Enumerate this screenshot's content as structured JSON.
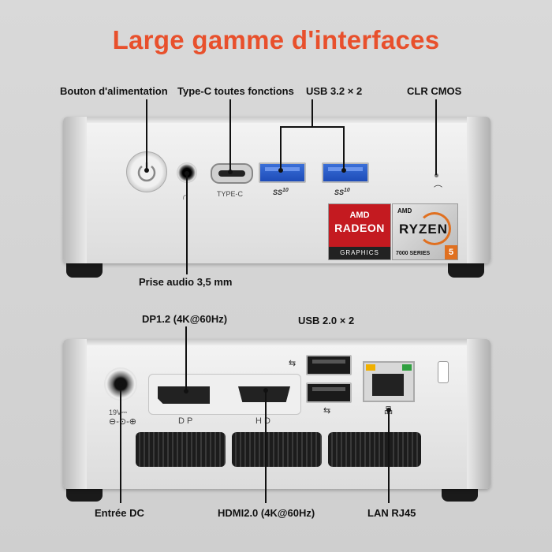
{
  "title": "Large gamme d'interfaces",
  "colors": {
    "title": "#e8502c",
    "usb3_port": "#2a5ed0",
    "radeon_red": "#c41a20",
    "ryzen_orange": "#e07020"
  },
  "front": {
    "labels": {
      "power": "Bouton d'alimentation",
      "typec": "Type-C toutes fonctions",
      "usb32": "USB 3.2 × 2",
      "clr": "CLR CMOS",
      "audio": "Prise audio 3,5 mm"
    },
    "port_text": {
      "typec": "TYPE-C",
      "ss1": "SS",
      "ss1_sup": "10",
      "ss2": "SS",
      "ss2_sup": "10"
    },
    "radeon": {
      "logo": "AMD",
      "name": "RADEON",
      "sub": "GRAPHICS"
    },
    "ryzen": {
      "logo": "AMD",
      "name": "RYZEN",
      "series": "7000 SERIES",
      "tier": "5"
    }
  },
  "rear": {
    "labels": {
      "dp": "DP1.2 (4K@60Hz)",
      "usb20": "USB 2.0 × 2",
      "dc": "Entrée DC",
      "hdmi": "HDMI2.0 (4K@60Hz)",
      "lan": "LAN RJ45"
    },
    "port_text": {
      "dp": "DP",
      "hd": "HD",
      "dc_volt": "19V⎓"
    }
  }
}
